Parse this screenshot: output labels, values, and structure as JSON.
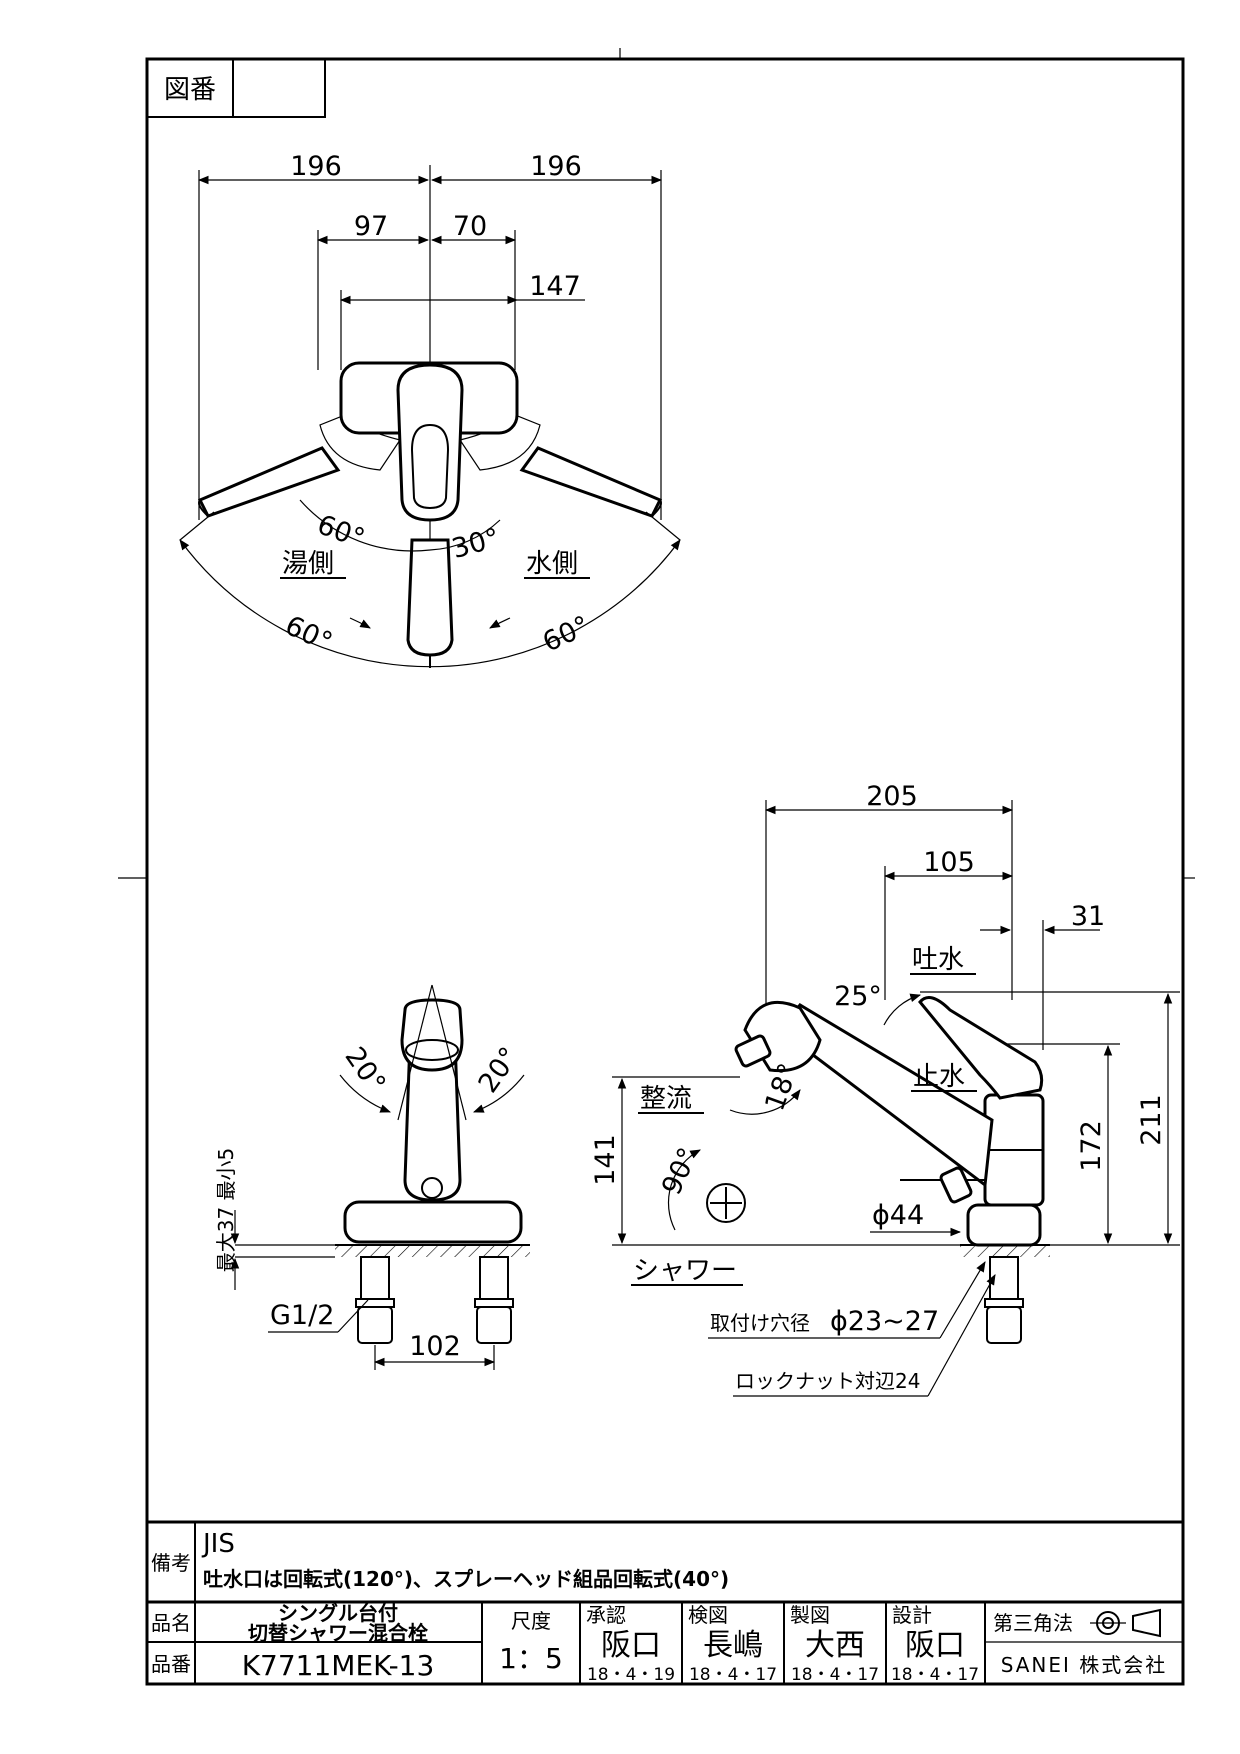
{
  "header": {
    "drawing_no_label": "図番",
    "drawing_no_value": ""
  },
  "top_view": {
    "dims": [
      "196",
      "196",
      "97",
      "70",
      "147"
    ],
    "angles": [
      "60°",
      "30°",
      "60°",
      "60°"
    ],
    "hot_side": "湯側",
    "cold_side": "水側"
  },
  "front_view": {
    "angles": [
      "20°",
      "20°"
    ],
    "height_label": "最大37 最小5",
    "thread": "G1/2",
    "pitch": "102"
  },
  "side_view": {
    "dims": [
      "205",
      "105",
      "31",
      "211",
      "172",
      "141"
    ],
    "angles": [
      "25°",
      "18°",
      "90°"
    ],
    "spout": "吐水",
    "stop": "止水",
    "aerated": "整流",
    "shower": "シャワー",
    "diameter": "ϕ44",
    "mount_hole": "取付け穴径",
    "mount_hole_value": "ϕ23~27",
    "locknut": "ロックナット対辺24"
  },
  "notes": {
    "label": "備考",
    "line1": "JIS",
    "line2": "吐水口は回転式(120°)、スプレーヘッド組品回転式(40°)"
  },
  "title_block": {
    "name_label": "品名",
    "name_line1": "シングル台付",
    "name_line2": "切替シャワー混合栓",
    "number_label": "品番",
    "number": "K7711MEK-13",
    "scale_label": "尺度",
    "scale": "1：5",
    "approved_label": "承認",
    "approved_name": "阪口",
    "approved_date": "18・4・19",
    "checked_label": "検図",
    "checked_name": "長嶋",
    "checked_date": "18・4・17",
    "drawn_label": "製図",
    "drawn_name": "大西",
    "drawn_date": "18・4・17",
    "design_label": "設計",
    "design_name": "阪口",
    "design_date": "18・4・17",
    "projection": "第三角法",
    "company": "SANEI 株式会社"
  }
}
